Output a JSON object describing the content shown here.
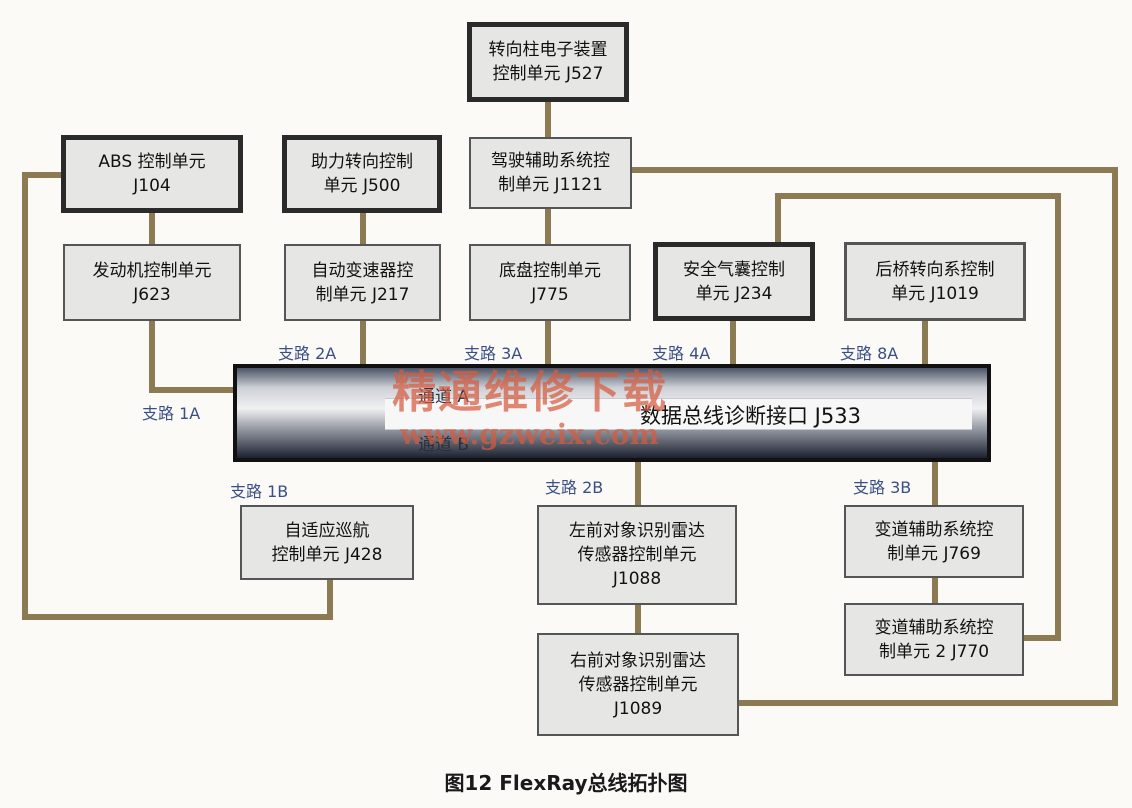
{
  "ecus": {
    "j527": [
      "转向柱电子装置",
      "控制单元 J527"
    ],
    "abs": [
      "ABS 控制单元",
      "J104"
    ],
    "j500": [
      "助力转向控制",
      "单元 J500"
    ],
    "j1121": [
      "驾驶辅助系统控",
      "制单元 J1121"
    ],
    "j623": [
      "发动机控制单元",
      "J623"
    ],
    "j217": [
      "自动变速器控",
      "制单元 J217"
    ],
    "j775": [
      "底盘控制单元",
      "J775"
    ],
    "j234": [
      "安全气囊控制",
      "单元 J234"
    ],
    "j1019": [
      "后桥转向系控制",
      "单元 J1019"
    ],
    "j428": [
      "自适应巡航",
      "控制单元 J428"
    ],
    "j1088": [
      "左前对象识别雷达",
      "传感器控制单元",
      "J1088"
    ],
    "j769": [
      "变道辅助系统控",
      "制单元 J769"
    ],
    "j1089": [
      "右前对象识别雷达",
      "传感器控制单元",
      "J1089"
    ],
    "j770": [
      "变道辅助系统控",
      "制单元 2 J770"
    ]
  },
  "branches": {
    "b2a": "支路 2A",
    "b3a": "支路 3A",
    "b4a": "支路 4A",
    "b8a": "支路 8A",
    "b1a": "支路 1A",
    "b1b": "支路 1B",
    "b2b": "支路 2B",
    "b3b": "支路 3B"
  },
  "bus": {
    "channel_a": "通道 A",
    "channel_b": "通道 B",
    "diag_label": "数据总线诊断接口 J533"
  },
  "watermark": {
    "title": "精通维修下载",
    "url": "www.gzweix.com"
  },
  "caption": "图12  FlexRay总线拓扑图",
  "colors": {
    "wire": "#8c7b52",
    "box_fill": "#e6e6e4",
    "label": "#3a4f86"
  }
}
